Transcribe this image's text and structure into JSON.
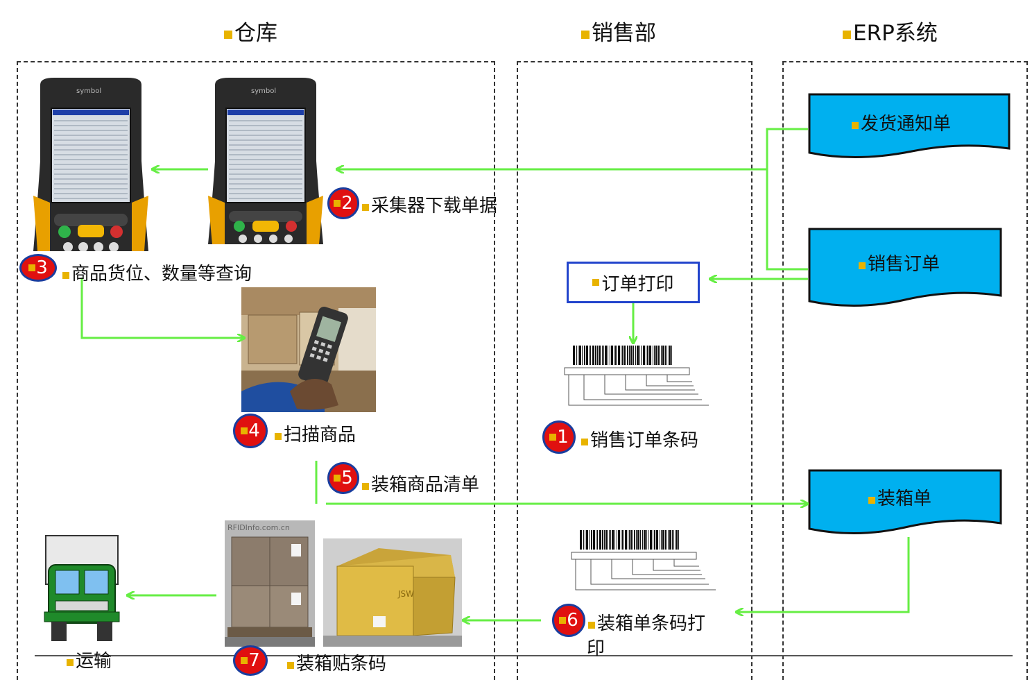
{
  "columns": {
    "warehouse": "仓库",
    "sales": "销售部",
    "erp": "ERP系统"
  },
  "erp_docs": {
    "delivery_notice": "发货通知单",
    "sales_order": "销售订单",
    "packing_list": "装箱单"
  },
  "sales_dept": {
    "order_print": "订单打印",
    "sales_order_barcode": "销售订单条码",
    "packing_barcode_print_line1": "装箱单条码打",
    "packing_barcode_print_line2": "印"
  },
  "steps": {
    "s1": "1",
    "s2": "2",
    "s3": "3",
    "s4": "4",
    "s5": "5",
    "s6": "6",
    "s7": "7"
  },
  "labels": {
    "download": "采集器下载单据",
    "query": "商品货位、数量等查询",
    "scan": "扫描商品",
    "packing_items": "装箱商品清单",
    "transport": "运输",
    "label_barcode": "装箱贴条码"
  },
  "device": {
    "brand": "symbol",
    "photo_watermark": "RFIDInfo.com.cn",
    "box_print": "JSW"
  },
  "colors": {
    "arrow": "#66ee44",
    "erp_fill": "#00b0ef",
    "badge": "#e01010",
    "badge_ring": "#1a3d9e",
    "bullet": "#e8b300"
  }
}
